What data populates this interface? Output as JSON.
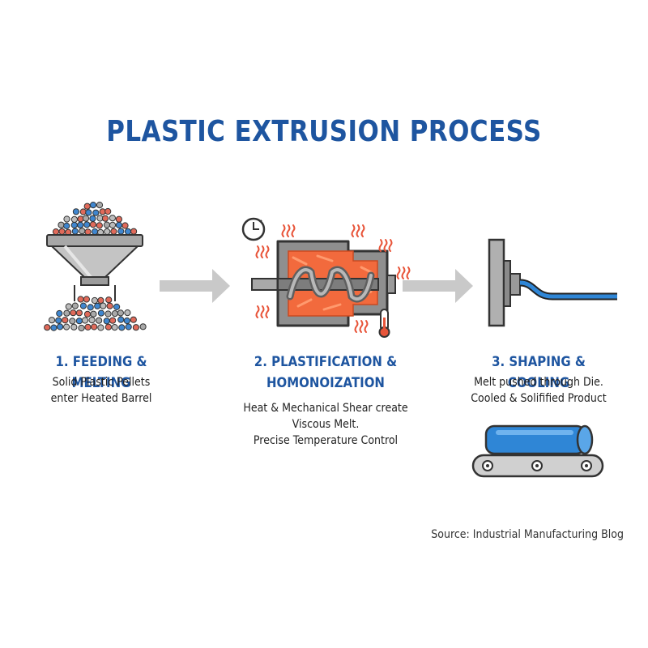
{
  "title": "PLASTIC EXTRUSION PROCESS",
  "steps": [
    {
      "title_lines": [
        "1. FEEDING & MELTING"
      ],
      "desc_lines": [
        "Solid Plastic Pellets",
        "enter Heated Barrel"
      ]
    },
    {
      "title_lines": [
        "2. PLASTIFICATION &",
        "HOMONOIZATION"
      ],
      "desc_lines": [
        "Heat & Mechanical Shear create",
        "Viscous Melt.",
        "Precise Temperature Control"
      ]
    },
    {
      "title_lines": [
        "3. SHAPING & COOLING"
      ],
      "desc_lines": [
        "Melt pushed through Die.",
        "Cooled & Solifified Product"
      ]
    }
  ],
  "source": "Source: Industrial Manufacturing Blog",
  "colors": {
    "title_blue": "#1e55a0",
    "melt_orange": "#f26a3d",
    "heat_red": "#e8553a",
    "product_blue": "#2f86d6",
    "arrow_gray": "#c9c9c9",
    "metal_gray": "#9a9a9a"
  },
  "icons": [
    "hopper-icon",
    "pellet-icon",
    "arrow-right-icon",
    "gauge-icon",
    "thermometer-icon",
    "heat-wave-icon",
    "extruder-barrel-icon",
    "screw-icon",
    "die-icon",
    "conveyor-icon",
    "pipe-product-icon"
  ]
}
